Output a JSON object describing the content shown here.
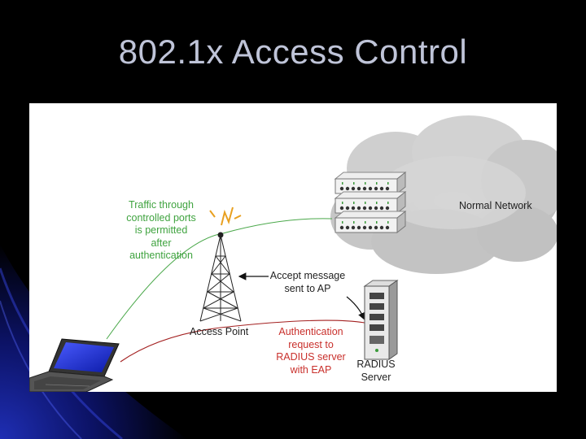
{
  "slide": {
    "title": "802.1x Access Control"
  },
  "diagram": {
    "labels": {
      "traffic_note": [
        "Traffic through",
        "controlled ports",
        "is permitted",
        "after",
        "authentication"
      ],
      "normal_network": "Normal Network",
      "accept_message": [
        "Accept message",
        "sent to AP"
      ],
      "access_point": "Access Point",
      "auth_request": [
        "Authentication",
        "request to",
        "RADIUS server",
        "with EAP"
      ],
      "radius_server": [
        "RADIUS",
        "Server"
      ]
    },
    "colors": {
      "green_path": "#4aa84a",
      "red_path": "#a32020",
      "green_text": "#3fa33f",
      "red_text": "#c9302c",
      "slide_bg": "#000000",
      "accent_blue": "#1a2a9c"
    },
    "icons": [
      "laptop-icon",
      "radio-tower-icon",
      "signal-spark-icon",
      "cloud-icon",
      "switch-icon",
      "server-icon"
    ]
  }
}
